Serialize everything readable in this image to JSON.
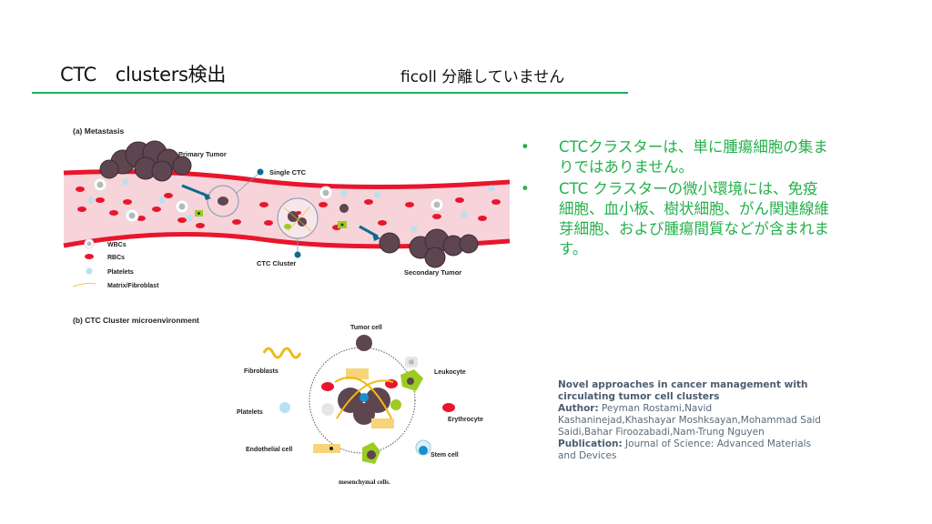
{
  "slide": {
    "title": "CTC　clusters検出",
    "subtitle": "ficoll 分離していません",
    "colors": {
      "accent_line": "#1fae5a",
      "bullet_text": "#24b04b",
      "reference_text": "#5a6a7a"
    }
  },
  "bullets": [
    {
      "marker": "•",
      "text": "CTCクラスターは、単に腫瘍細胞の集まりではありません。"
    },
    {
      "marker": "•",
      "text": "CTC クラスターの微小環境には、免疫細胞、血小板、樹状細胞、がん関連線維芽細胞、および腫瘍間質などが含まれます。"
    }
  ],
  "reference": {
    "title": "Novel approaches in cancer management with circulating tumor cell clusters",
    "author_label": "Author:",
    "authors": "Peyman Rostami,Navid Kashaninejad,Khashayar Moshksayan,Mohammad Said Saidi,Bahar Firoozabadi,Nam-Trung Nguyen",
    "publication_label": "Publication:",
    "publication": "Journal of Science: Advanced Materials and Devices"
  },
  "figure": {
    "panel_a": {
      "heading": "(a) Metastasis",
      "labels": {
        "primary_tumor": "Primary Tumor",
        "single_ctc": "Single CTC",
        "ctc_cluster": "CTC Cluster",
        "secondary_tumor": "Secondary Tumor"
      },
      "legend": [
        "WBCs",
        "RBCs",
        "Platelets",
        "Matrix/Fibroblast"
      ]
    },
    "panel_b": {
      "heading": "(b) CTC Cluster microenvironment",
      "labels": {
        "tumor_cell": "Tumor cell",
        "fibroblasts": "Fibroblasts",
        "leukocyte": "Leukocyte",
        "platelets": "Platelets",
        "erythrocyte": "Erythrocyte",
        "endothelial_cell": "Endothelial cell",
        "stem_cell": "Stem cell",
        "mesenchymal": "mesenchymal cells."
      }
    }
  }
}
